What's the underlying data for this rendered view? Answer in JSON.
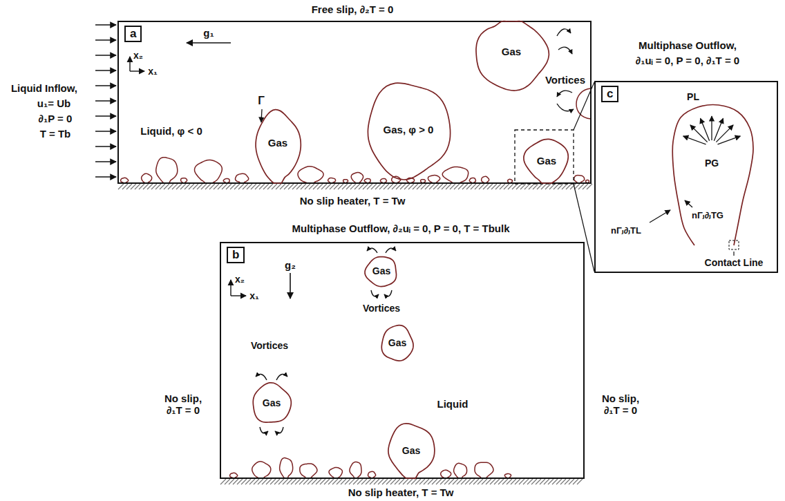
{
  "diagram": {
    "nodes": [
      {
        "text": [
          "a"
        ]
      },
      {
        "text": [
          "Gas"
        ],
        "in": 0
      },
      {
        "text": [
          "Gas, φ > 0"
        ],
        "in": 0
      },
      {
        "text": [
          "Gas"
        ],
        "in": 0
      },
      {
        "text": [
          "Gas"
        ],
        "in": 0
      },
      {
        "text": [
          "c"
        ]
      },
      {
        "text": [
          "b"
        ]
      },
      {
        "text": [
          "Gas"
        ],
        "in": 6
      },
      {
        "text": [
          "Gas"
        ],
        "in": 6
      },
      {
        "text": [
          "Gas"
        ],
        "in": 6
      },
      {
        "text": [
          "Gas"
        ],
        "in": 6
      }
    ],
    "labels": [
      "Free slip, ∂₂T = 0",
      "Liquid Inflow,",
      "u₁= Ub",
      "∂₁P = 0",
      "T = Tb",
      "x₂",
      "x₁",
      "g₁",
      "Γ",
      "Liquid, φ < 0",
      "Vortices",
      "Multiphase Outflow,",
      "∂₁uᵢ = 0, P = 0, ∂₁T = 0",
      "No slip heater, T = Tw",
      "PL",
      "PG",
      "nΓⱼ∂ⱼTL",
      "nΓⱼ∂ⱼTG",
      "Contact Line",
      "Multiphase Outflow, ∂₂uᵢ = 0, P = 0, T = Tbulk",
      "x₂",
      "x₁",
      "g₂",
      "Vortices",
      "Vortices",
      "No slip, ∂₁T = 0",
      "Liquid",
      "No slip, ∂₁T = 0",
      "No slip heater, T = Tw"
    ]
  }
}
